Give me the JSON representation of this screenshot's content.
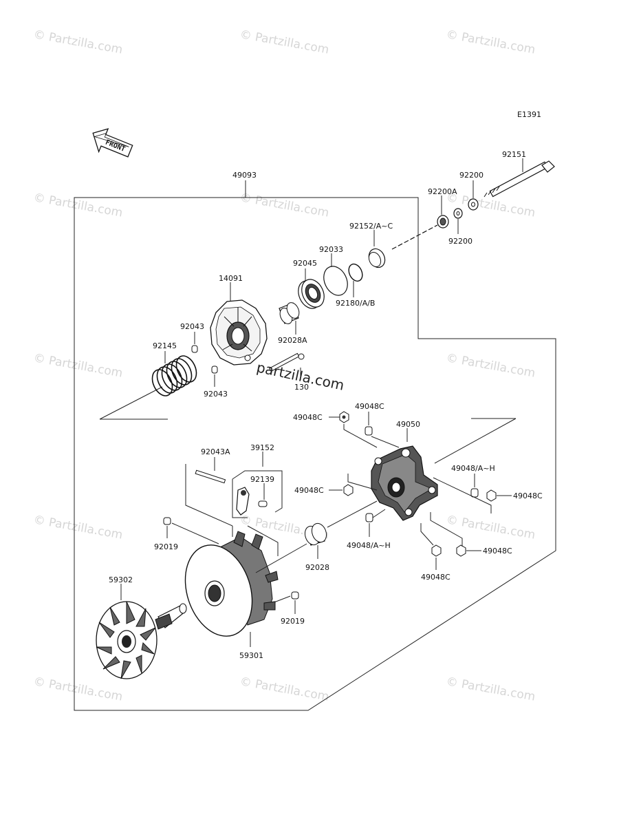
{
  "diagram": {
    "code": "E1391",
    "front_label": "FRONT",
    "watermark": "© Partzilla.com",
    "center_watermark": "partzilla.com",
    "colors": {
      "line": "#222222",
      "watermark": "#d6d6d6",
      "background": "#ffffff"
    },
    "labels": {
      "p49093": "49093",
      "p92151": "92151",
      "p92200_top": "92200",
      "p92200A": "92200A",
      "p92200_bottom": "92200",
      "p92152": "92152/A~C",
      "p92033": "92033",
      "p92045": "92045",
      "p92180": "92180/A/B",
      "p14091": "14091",
      "p92043_top": "92043",
      "p92028A": "92028A",
      "p92145": "92145",
      "p92043_bottom": "92043",
      "p130": "130",
      "p49048C_1": "49048C",
      "p49048C_2": "49048C",
      "p49050": "49050",
      "p92043A": "92043A",
      "p39152": "39152",
      "p92139": "92139",
      "p49048C_3": "49048C",
      "p49048AH_1": "49048/A~H",
      "p49048C_4": "49048C",
      "p92019_top": "92019",
      "p92028": "92028",
      "p49048AH_2": "49048/A~H",
      "p49048C_5": "49048C",
      "p49048C_6": "49048C",
      "p59302": "59302",
      "p92019_bottom": "92019",
      "p59301": "59301"
    }
  }
}
